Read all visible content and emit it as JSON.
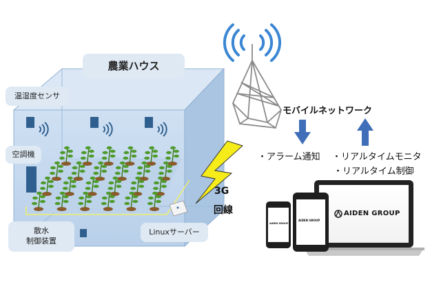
{
  "house": {
    "title": "農業ハウス",
    "temp_sensor_label": "温湿度センサ",
    "aircon_label": "空調機",
    "sprinkler_label_line1": "散水",
    "sprinkler_label_line2": "制御装置",
    "server_label": "Linuxサーバー"
  },
  "link": {
    "line1": "3G",
    "line2": "回線"
  },
  "network": {
    "title": "モバイルネットワーク",
    "alarm_label": "・アラーム通知",
    "monitor_label": "・リアルタイムモニタ",
    "control_label": "・リアルタイム制御"
  },
  "devices": {
    "brand": "AIDEN GROUP",
    "brand_small": "AIDEN GROUP"
  },
  "colors": {
    "house_front": "#c9dcf0",
    "house_side": "#a9c5e2",
    "house_top": "#dbe7f4",
    "label_bg": "#dfe9f3",
    "sensor": "#2f5f8f",
    "arrow": "#3f6fb8",
    "lightning": "#f6ec1a"
  }
}
